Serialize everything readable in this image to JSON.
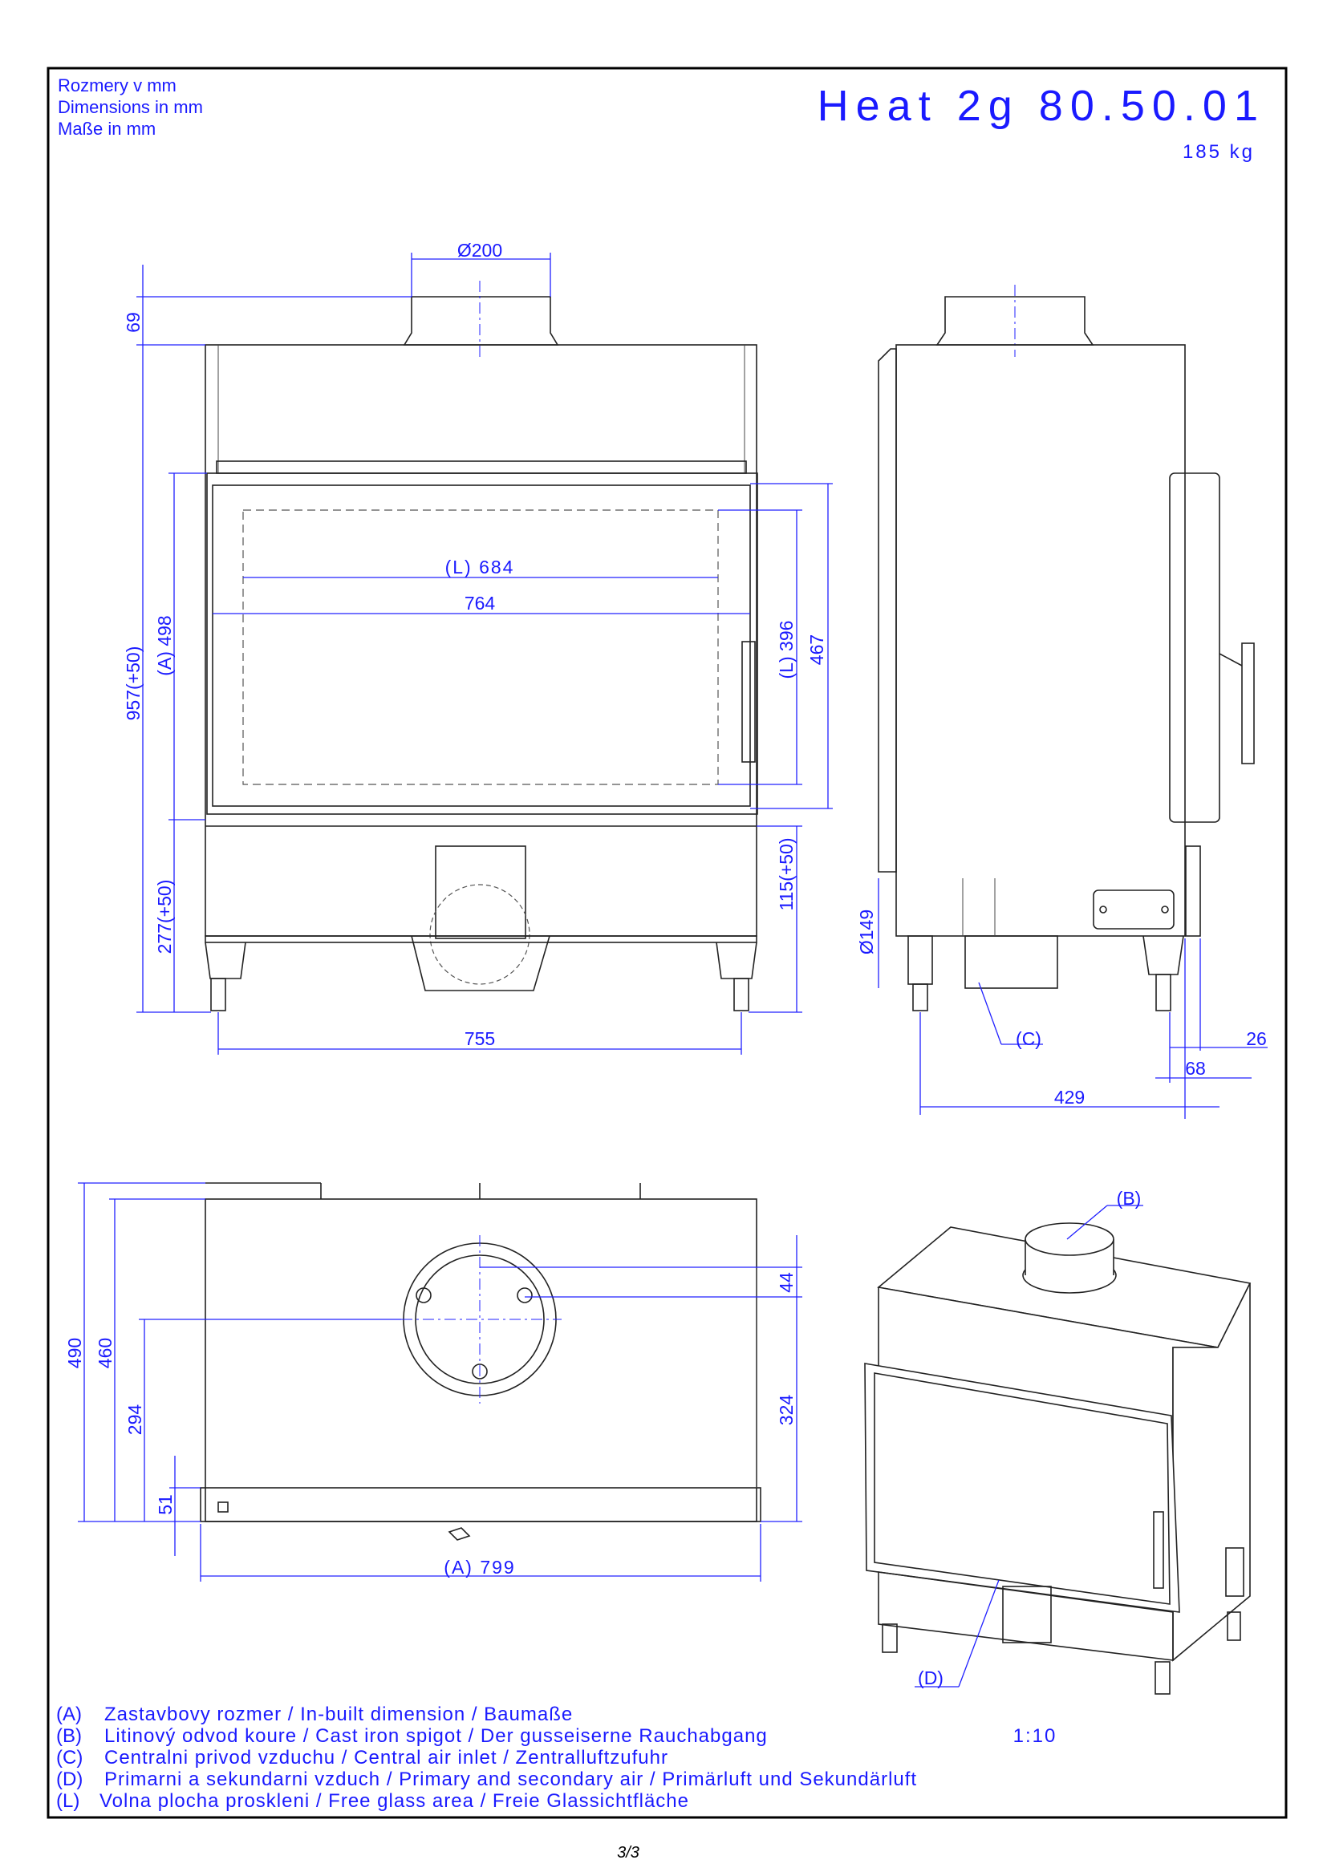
{
  "header": {
    "units": [
      "Rozmery v mm",
      "Dimensions in mm",
      "Maße in mm"
    ],
    "title": "Heat 2g 80.50.01",
    "weight": "185 kg"
  },
  "front_view": {
    "flue_diameter": "Ø200",
    "dim_69": "69",
    "dim_total_height": "957(+50)",
    "dim_a_height": "(A) 498",
    "dim_bottom": "277(+50)",
    "dim_glass_width": "(L) 684",
    "dim_door_width": "764",
    "dim_glass_height": "(L) 396",
    "dim_door_height": "467",
    "dim_base": "115(+50)",
    "dim_legs": "755"
  },
  "side_view": {
    "air_diameter": "Ø149",
    "label_c": "(C)",
    "dim_26": "26",
    "dim_68": "68",
    "dim_depth": "429"
  },
  "top_view": {
    "dim_490": "490",
    "dim_460": "460",
    "dim_294": "294",
    "dim_51": "51",
    "dim_44": "44",
    "dim_324": "324",
    "dim_width": "(A) 799"
  },
  "iso_view": {
    "label_b": "(B)",
    "label_d": "(D)"
  },
  "legend": [
    {
      "key": "(A)",
      "text": "Zastavbovy rozmer / In-built dimension / Baumaße"
    },
    {
      "key": "(B)",
      "text": "Litinový odvod koure / Cast iron spigot / Der gusseiserne Rauchabgang"
    },
    {
      "key": "(C)",
      "text": "Centralni privod vzduchu / Central air inlet / Zentralluftzufuhr"
    },
    {
      "key": "(D)",
      "text": "Primarni a sekundarni vzduch / Primary and secondary air / Primärluft und Sekundärluft"
    },
    {
      "key": "(L)",
      "text": "Volna plocha proskleni / Free glass area / Freie Glassichtfläche"
    }
  ],
  "scale": "1:10",
  "page_number": "3/3",
  "colors": {
    "dimension": "#1a1aff",
    "outline": "#222222"
  }
}
